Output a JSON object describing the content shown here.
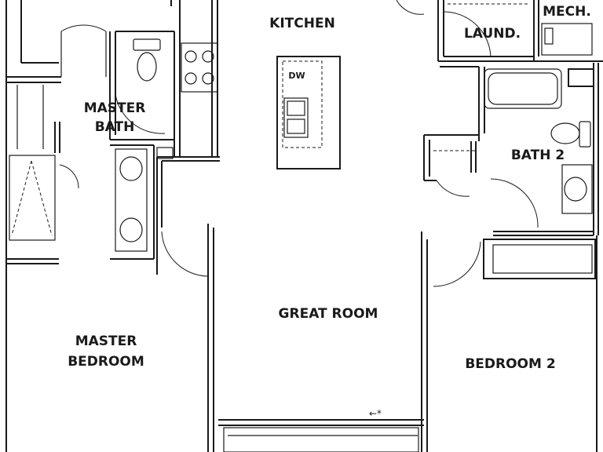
{
  "plan": {
    "rooms": {
      "kitchen": "KITCHEN",
      "laundry": "LAUND.",
      "mechanical": "MECH.",
      "master_bath_line1": "MASTER",
      "master_bath_line2": "BATH",
      "bath_2": "BATH 2",
      "great_room": "GREAT ROOM",
      "master_bedroom_line1": "MASTER",
      "master_bedroom_line2": "BEDROOM",
      "bedroom_2": "BEDROOM 2"
    },
    "fixtures": {
      "dishwasher": "DW"
    },
    "notes": {
      "arrow_note": "←*"
    }
  }
}
